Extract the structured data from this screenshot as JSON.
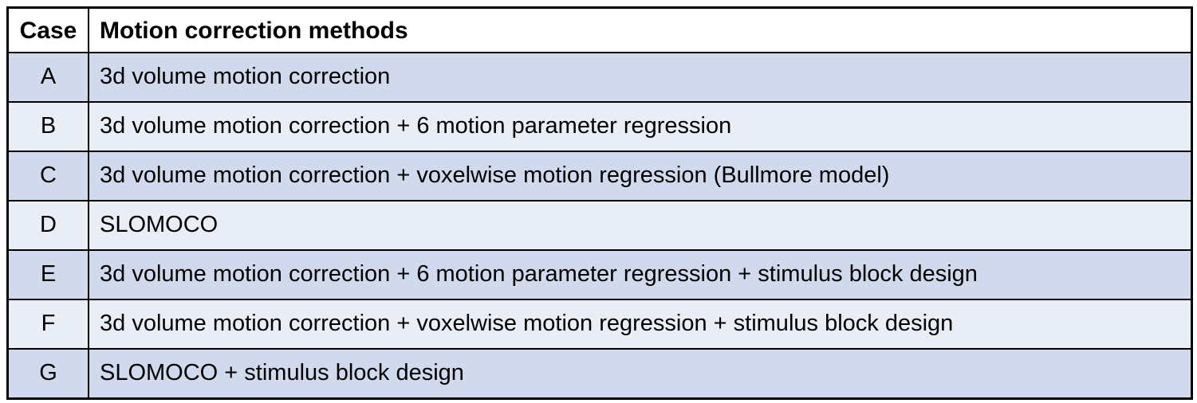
{
  "table": {
    "headers": [
      "Case",
      "Motion correction methods"
    ],
    "rows": [
      {
        "case": "A",
        "method": "3d volume motion correction"
      },
      {
        "case": "B",
        "method": "3d volume motion correction + 6 motion parameter regression"
      },
      {
        "case": "C",
        "method": "3d volume motion correction + voxelwise motion regression (Bullmore model)"
      },
      {
        "case": "D",
        "method": "SLOMOCO"
      },
      {
        "case": "E",
        "method": "3d volume motion correction + 6 motion parameter regression + stimulus block design"
      },
      {
        "case": "F",
        "method": "3d volume motion correction + voxelwise motion regression + stimulus block design"
      },
      {
        "case": "G",
        "method": "SLOMOCO + stimulus block design"
      }
    ],
    "colors": {
      "row_shade_dark": "#d0daec",
      "row_shade_light": "#e9edf6",
      "header_bg": "#ffffff",
      "border": "#000000",
      "text": "#000000"
    }
  }
}
